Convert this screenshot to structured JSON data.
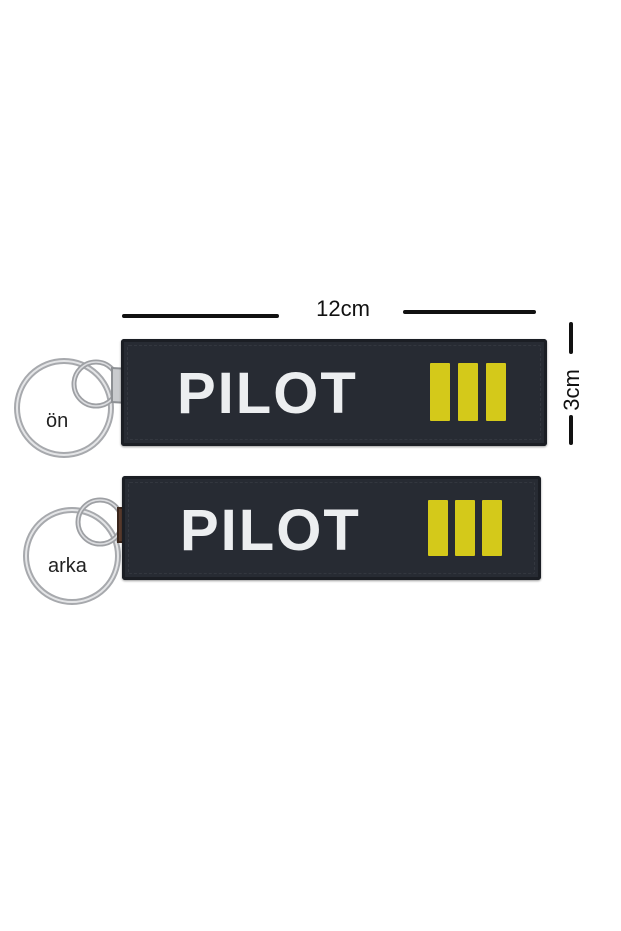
{
  "dimensions": {
    "width_label": "12cm",
    "height_label": "3cm"
  },
  "tags": [
    {
      "side_label": "ön",
      "text": "PILOT",
      "stripe_count": 3
    },
    {
      "side_label": "arka",
      "text": "PILOT",
      "stripe_count": 3
    }
  ],
  "colors": {
    "tag_fabric": "#272b33",
    "text": "#eceef0",
    "stripe": "#d4c91a",
    "dimension_lines": "#111111"
  }
}
